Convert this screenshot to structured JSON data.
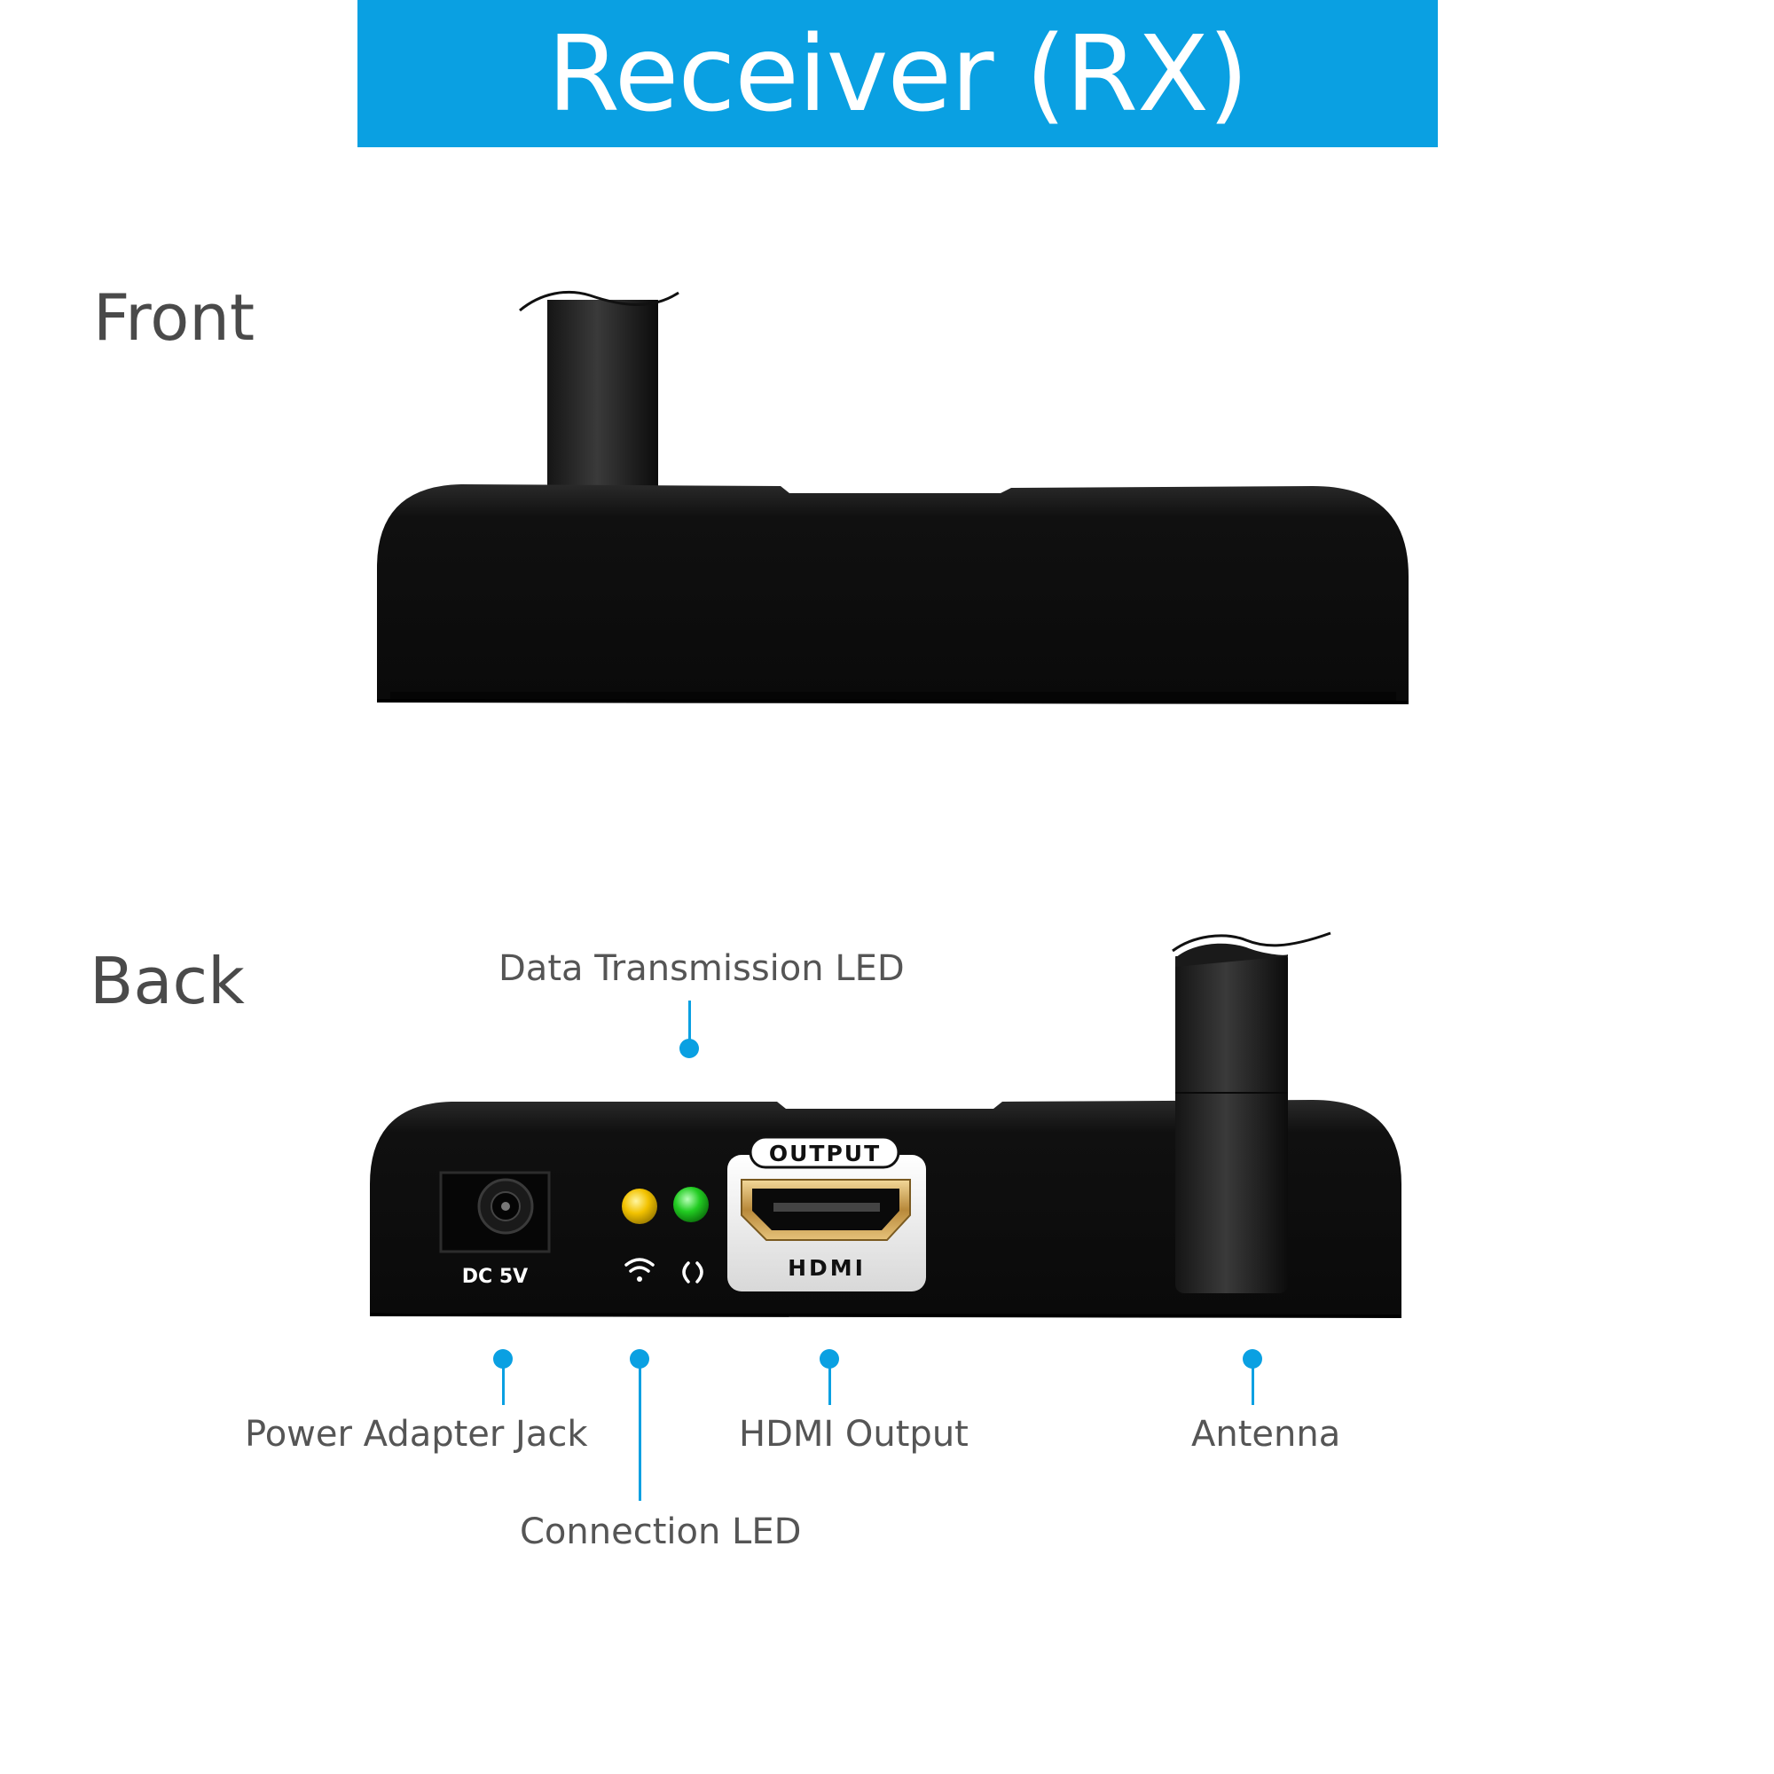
{
  "title": "Receiver (RX)",
  "sections": {
    "front": "Front",
    "back": "Back"
  },
  "device_labels": {
    "dc_port": "DC 5V",
    "hdmi_badge": "OUTPUT",
    "hdmi_port": "HDMI"
  },
  "callouts": {
    "data_transmission_led": "Data Transmission LED",
    "power_adapter_jack": "Power Adapter Jack",
    "connection_led": "Connection LED",
    "hdmi_output": "HDMI Output",
    "antenna": "Antenna"
  },
  "colors": {
    "banner": "#0aa0e2",
    "device_body": "#0e0e0e",
    "led_data": "#f2c200",
    "led_connection": "#22cc22",
    "callout_accent": "#0aa0e2"
  },
  "icons": {
    "led_data_symbol": "wifi-icon",
    "led_connection_symbol": "link-icon"
  }
}
